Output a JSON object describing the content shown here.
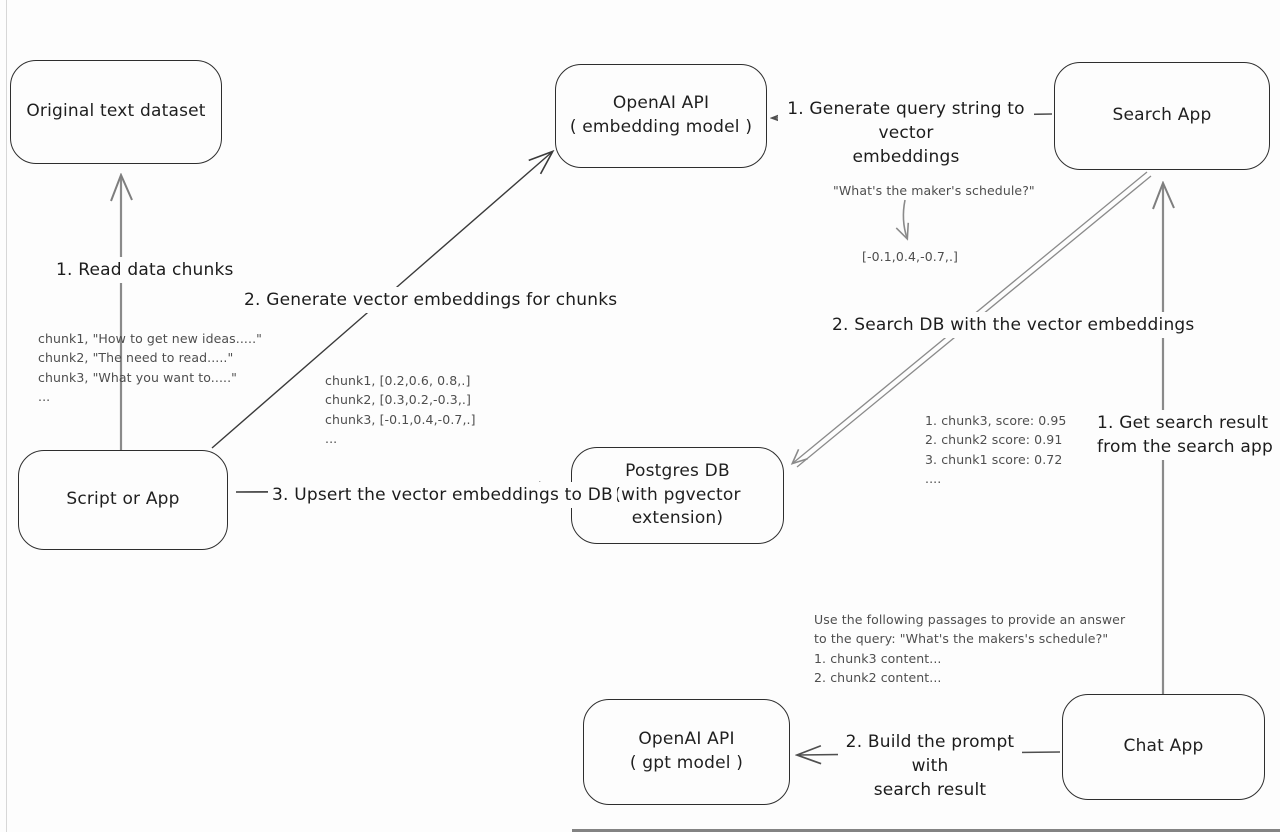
{
  "colors": {
    "background": "#fdfdfd",
    "ink": "#3a3a3a",
    "arrow_gray": "#8a8a8a",
    "muted_text": "#4e4e4e"
  },
  "nodes": {
    "original": {
      "label": "Original text dataset"
    },
    "embedding": {
      "label": "OpenAI API",
      "sublabel": "( embedding model )"
    },
    "search": {
      "label": "Search App"
    },
    "script": {
      "label": "Script or App"
    },
    "postgres": {
      "label": "Postgres DB",
      "sublabel": "(with pgvector extension)"
    },
    "gpt": {
      "label": "OpenAI API",
      "sublabel": "( gpt model )"
    },
    "chat": {
      "label": "Chat App"
    }
  },
  "edges": {
    "read_chunks": "1. Read data chunks",
    "generate_embeddings": "2. Generate vector embeddings for chunks",
    "upsert": "3. Upsert the vector embeddings  to DB",
    "generate_query": [
      "1. Generate query string to vector",
      "embeddings"
    ],
    "search_db": "2. Search DB with the vector embeddings",
    "get_result": [
      "1. Get search result",
      "from the search app"
    ],
    "build_prompt": [
      "2. Build the prompt with",
      "search result"
    ]
  },
  "annotations": {
    "chunk_texts": [
      "chunk1, \"How to get new ideas.....\"",
      "chunk2, \"The need to read.....\"",
      "chunk3, \"What you want to.....\"",
      "..."
    ],
    "chunk_vectors": [
      "chunk1, [0.2,0.6, 0.8,.]",
      "chunk2, [0.3,0.2,-0.3,.]",
      "chunk3, [-0.1,0.4,-0.7,.]",
      "..."
    ],
    "query_string": "\"What's the maker's schedule?\"",
    "query_vector": "[-0.1,0.4,-0.7,.]",
    "search_scores": [
      "1. chunk3, score: 0.95",
      "2. chunk2 score: 0.91",
      "3. chunk1 score: 0.72",
      "...."
    ],
    "prompt_preview": [
      "Use the following passages to provide an answer",
      "to the query: \"What's the makers's schedule?\"",
      "1. chunk3 content...",
      "2. chunk2 content..."
    ]
  }
}
